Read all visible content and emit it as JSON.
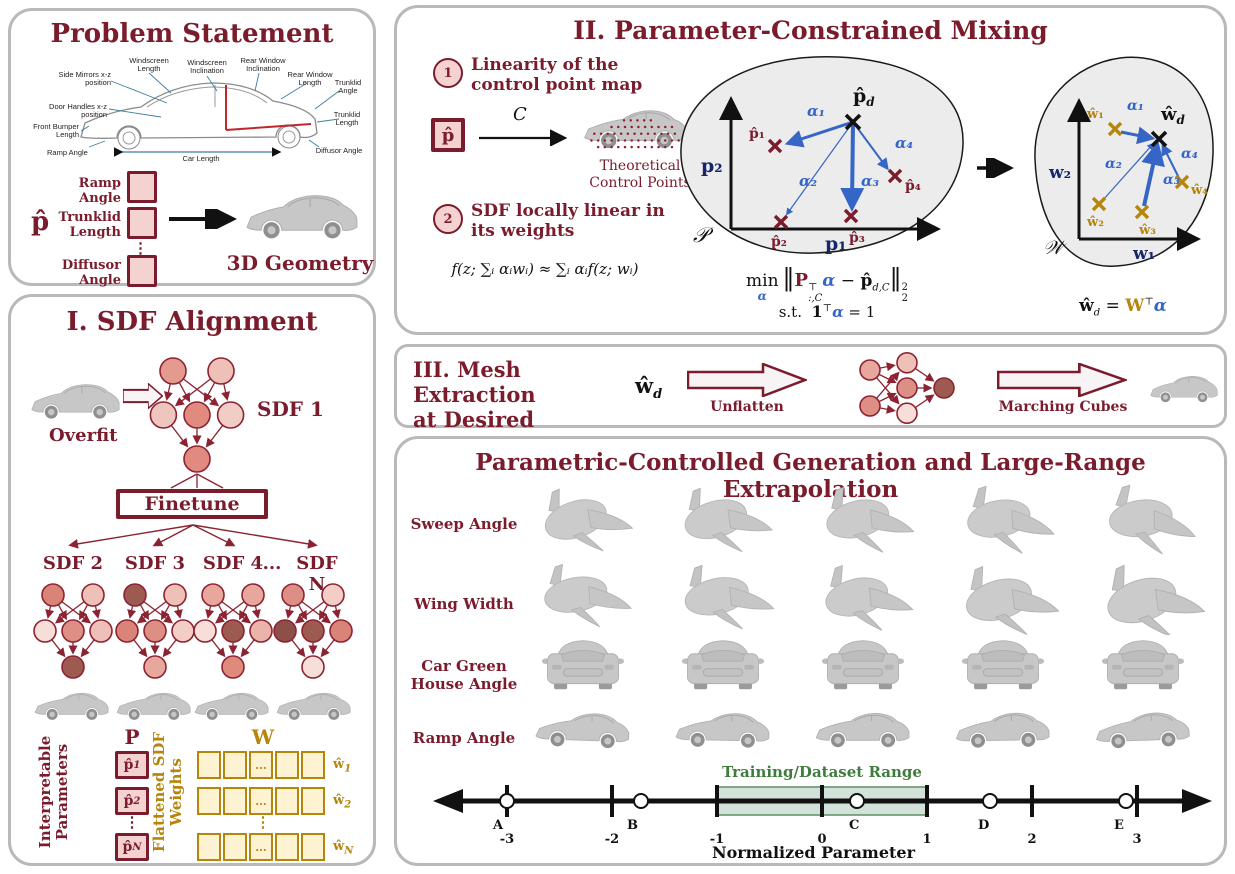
{
  "problem": {
    "title": "Problem Statement",
    "car_labels": [
      "Side Mirrors x-z position",
      "Windscreen Length",
      "Windscreen Inclination",
      "Rear Window Inclination",
      "Rear Window Length",
      "Trunklid Angle",
      "Door Handles x-z position",
      "Trunklid Length",
      "Front Bumper Length",
      "Ramp Angle",
      "Car Length",
      "Diffusor Angle"
    ],
    "p_hat": "p̂",
    "boxes": [
      "Ramp Angle",
      "Trunklid Length",
      "Diffusor Angle"
    ],
    "vdots": "⋮",
    "output": "3D Geometry"
  },
  "sdf": {
    "title": "I. SDF Alignment",
    "overfit": "Overfit",
    "sdf1": "SDF 1",
    "finetune": "Finetune",
    "heads": [
      "SDF 2",
      "SDF 3",
      "SDF 4"
    ],
    "ellipsis": "...",
    "head_n": "SDF N",
    "p_header": "P",
    "w_header": "W",
    "rot_p": [
      "Interpretable",
      "Parameters"
    ],
    "rot_w": [
      "Flattened SDF",
      "Weights"
    ],
    "p_rows": [
      {
        "b": "p̂",
        "s": "1"
      },
      {
        "b": "p̂",
        "s": "2"
      },
      {
        "b": "p̂",
        "s": "N"
      }
    ],
    "w_rows": [
      {
        "b": "ŵ",
        "s": "1"
      },
      {
        "b": "ŵ",
        "s": "2"
      },
      {
        "b": "ŵ",
        "s": "N"
      }
    ],
    "vdots": "⋮",
    "cell_dots": "..."
  },
  "mixing": {
    "title": "II. Parameter-Constrained Mixing",
    "item1_num": "1",
    "item1": "Linearity of the control point map",
    "p_hat": "p̂",
    "map": "C",
    "cap1": "Theoretical",
    "cap2": "Control Points",
    "item2_num": "2",
    "item2": "SDF locally linear in its weights",
    "formula": "f(z; ∑ᵢ αᵢwᵢ)  ≈  ∑ᵢ αᵢf(z; wᵢ)",
    "pspace": {
      "ax": "p₁",
      "ay": "p₂",
      "space": "𝒫",
      "tb": "p̂",
      "ts": "d",
      "pts": [
        "p̂₁",
        "p̂₂",
        "p̂₃",
        "p̂₄"
      ],
      "al": [
        "α₁",
        "α₂",
        "α₃",
        "α₄"
      ]
    },
    "wspace": {
      "ax": "w₁",
      "ay": "w₂",
      "space": "𝒲",
      "tb": "ŵ",
      "ts": "d",
      "pts": [
        "ŵ₁",
        "ŵ₂",
        "ŵ₃",
        "ŵ₄"
      ],
      "al": [
        "α₁",
        "α₂",
        "α₃",
        "α₄"
      ]
    },
    "obj": {
      "min": "min",
      "under": "α",
      "bar": "‖",
      "P": "P",
      "Psup": "⊤",
      "Psub": ":,C",
      "alpha": "α",
      "minus": "−",
      "p": "p̂",
      "ps": "d,C",
      "bar2": "‖",
      "sup": "2",
      "sub": "2"
    },
    "st": {
      "label": "s.t.",
      "one": "1",
      "sup": "⊤",
      "alpha": "α",
      "rhs": "= 1"
    },
    "mix": {
      "w": "ŵ",
      "ws": "d",
      "eq": "=",
      "W": "W",
      "sup": "⊤",
      "alpha": "α"
    }
  },
  "mesh": {
    "title1": "III. Mesh Extraction",
    "title2": "at Desired Resolution",
    "w": "ŵ",
    "ws": "d",
    "a1": "Unflatten",
    "a2": "Marching Cubes"
  },
  "gen": {
    "title": "Parametric-Controlled Generation and Large-Range Extrapolation",
    "rows": [
      "Sweep Angle",
      "Wing Width",
      "Car Green House Angle",
      "Ramp Angle"
    ],
    "range": "Training/Dataset Range",
    "xlabel": "Normalized Parameter",
    "ticks": [
      "-3",
      "-2",
      "-1",
      "0",
      "1",
      "2",
      "3"
    ],
    "markers": [
      "A",
      "B",
      "C",
      "D",
      "E"
    ]
  }
}
